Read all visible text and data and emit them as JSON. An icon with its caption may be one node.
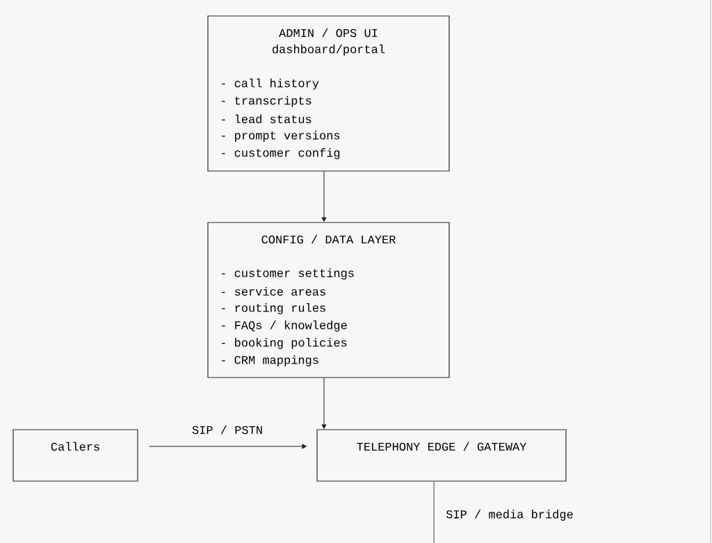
{
  "diagram": {
    "nodes": [
      {
        "text": [
          "ADMIN / OPS UI",
          "dashboard/portal",
          "- call history",
          "- transcripts",
          "- lead status",
          "- prompt versions",
          "- customer config"
        ]
      },
      {
        "text": [
          "CONFIG / DATA LAYER",
          "- customer settings",
          "- service areas",
          "- routing rules",
          "- FAQs / knowledge",
          "- booking policies",
          "- CRM mappings"
        ]
      },
      {
        "text": [
          "Callers"
        ]
      },
      {
        "text": [
          "TELEPHONY EDGE / GATEWAY"
        ]
      }
    ],
    "edges": [
      {
        "from": 0,
        "to": 1,
        "arrow": "to"
      },
      {
        "from": 1,
        "to": 3,
        "arrow": "to"
      },
      {
        "from": 2,
        "to": 3,
        "arrow": "to",
        "label": "SIP / PSTN"
      },
      {
        "from": 3,
        "to": null,
        "arrow": "none",
        "label": "SIP / media bridge"
      }
    ]
  }
}
